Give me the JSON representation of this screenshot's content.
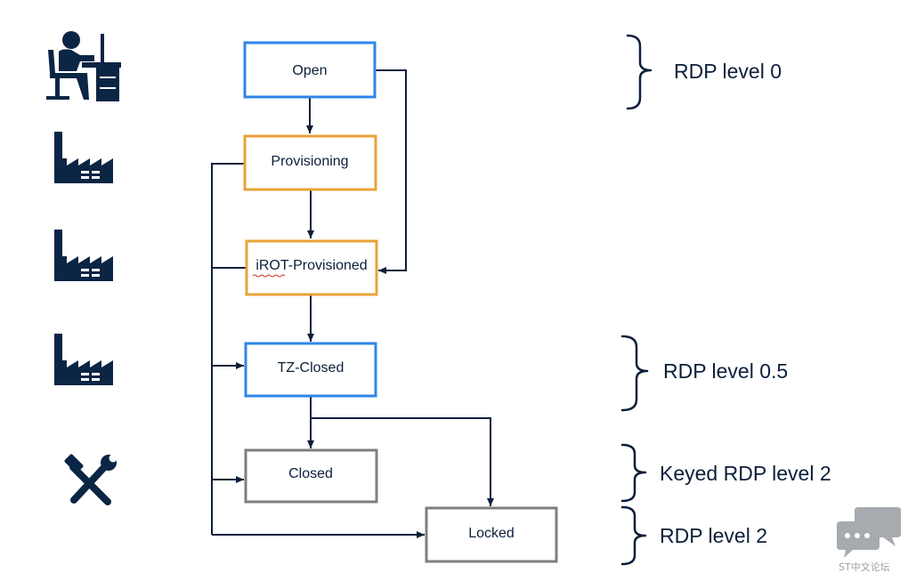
{
  "colors": {
    "line": "#0b1f3a",
    "icon": "#0b2545",
    "blue": "#2f86e8",
    "orange": "#e8a33a",
    "gray": "#7f7f7f",
    "squiggle": "#d93025",
    "watermark": "#a7abb0"
  },
  "states": {
    "open": "Open",
    "provisioning": "Provisioning",
    "irot": "iROT-Provisioned",
    "tz_closed": "TZ-Closed",
    "closed": "Closed",
    "locked": "Locked"
  },
  "levels": {
    "l0": "RDP level 0",
    "l05": "RDP level 0.5",
    "keyed2": "Keyed RDP level 2",
    "l2": "RDP level 2"
  },
  "icons": {
    "user": "person-at-desk-icon",
    "factory": "factory-icon",
    "tools": "wrench-hammer-icon",
    "chat": "chat-bubbles-icon"
  },
  "watermark": "ST中文论坛"
}
